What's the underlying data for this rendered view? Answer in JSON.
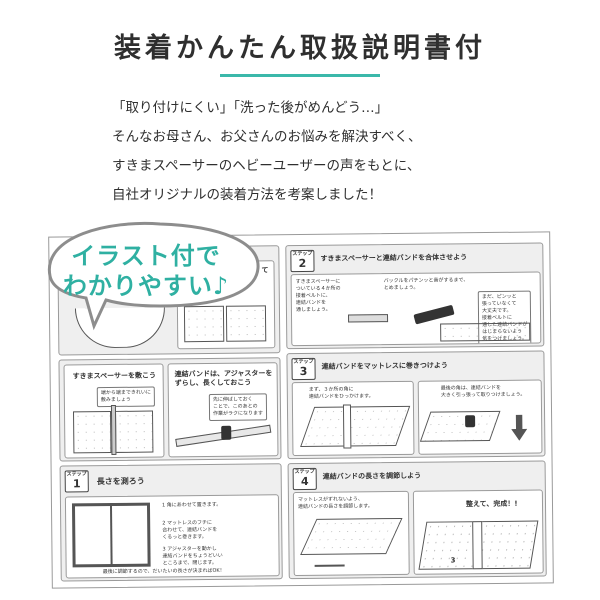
{
  "header": {
    "title": "装着かんたん取扱説明書付"
  },
  "intro": {
    "lines": [
      "「取り付けにくい」「洗った後がめんどう…」",
      "そんなお母さん、お父さんのお悩みを解決すべく、",
      "すきまスペーサーのヘビーユーザーの声をもとに、",
      "自社オリジナルの装着方法を考案しました！"
    ]
  },
  "bubble": {
    "line1": "イラスト付で",
    "line2": "わかりやすい♪"
  },
  "manual": {
    "step_label": "ステップ",
    "spacer_title": "すきまスペーサーを敷こう",
    "spacer_note": "端から端まできれいに\n敷みましょう",
    "band_title": "連結バンドは、アジャスターを\nずらし、長くしておこう",
    "band_note": "先に伸ばしておく\nことで、このあとの\n作業がラクになります",
    "corner_text": "て",
    "step1": {
      "num": "1",
      "title": "長さを測ろう",
      "item1": "角にあわせて置きます。",
      "item2": "マットレスのフチに\n合わせて、連結バンドを\nくるっと巻きます。",
      "item3": "アジャスターを動かし\n連結バンドをちょうどいい\nところまで、閉じます。",
      "footer": "最後に調節するので、だいたいの長さが決まればOK！"
    },
    "step2": {
      "num": "2",
      "title": "すきまスペーサーと連結バンドを合体させよう",
      "note1": "すきまスペーサーに\nついている４か所の\n接着ベルトに、\n連結バンドを\n通しましょう。",
      "note2": "バックルをパチンッと音がするまで、\nとめましょう。",
      "note3": "まだ、ピンッと\n張っていなくて\n大丈夫です。\n接着ベルトに\n通した連結バンドが\nはじまらないよう\n気をつけましょう。"
    },
    "step3": {
      "num": "3",
      "title": "連結バンドをマットレスに巻きつけよう",
      "note1": "まず、３か所の角に\n連結バンドをひっかけます。",
      "note2": "最後の角は、連結バンドを\n大きく引っ張って取りつけましょう。"
    },
    "step4": {
      "num": "4",
      "title": "連結バンドの長さを調節しよう",
      "note1": "マットレスがずれないよう、\n連結バンドの長さを調節します。",
      "done": "整えて、完成！!"
    },
    "numbers": [
      "1",
      "2",
      "3"
    ]
  },
  "colors": {
    "accent": "#3bb8aa",
    "text": "#2f2f2f"
  }
}
